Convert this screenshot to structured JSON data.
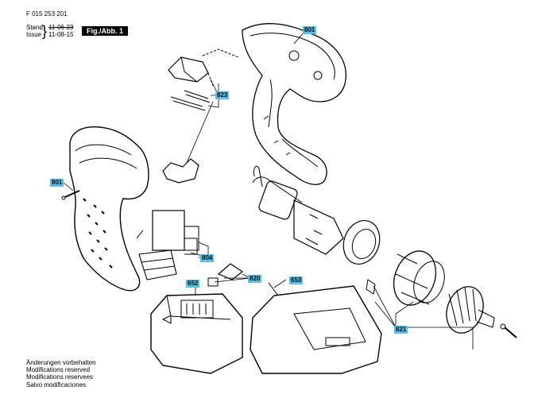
{
  "header": {
    "doc_number": "F 015 253 201",
    "stand_label": "Stand",
    "stand_date_struck": "11-06-23",
    "issue_label": "Issue",
    "issue_date": "11-08-15",
    "fig_label": "Fig./Abb. 1"
  },
  "part_labels": {
    "p801_top": "801",
    "p823": "823",
    "p801_left": "801",
    "p804": "804",
    "p652": "652",
    "p820": "820",
    "p653": "653",
    "p821": "821"
  },
  "notes": [
    "Änderungen vorbehalten",
    "Modifications reserved",
    "Modifications reservees",
    "Salvo modificaciones"
  ],
  "colors": {
    "callout": "#4fc3ea",
    "line": "#000000"
  }
}
